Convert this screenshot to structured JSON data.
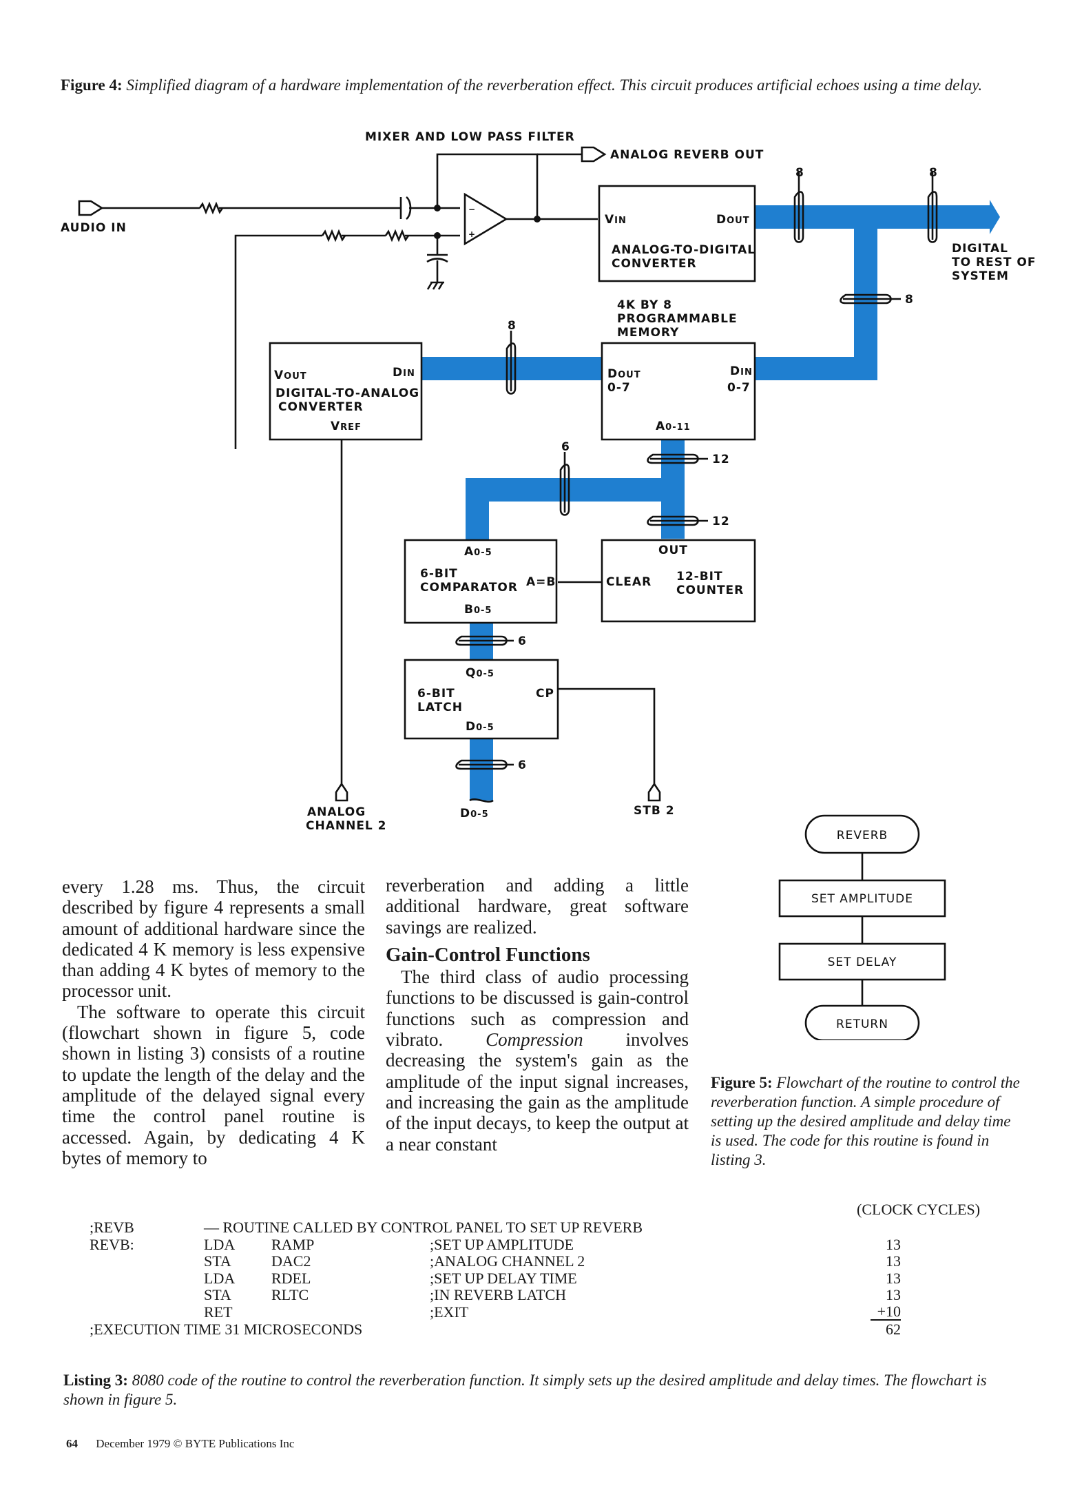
{
  "figure4": {
    "label": "Figure 4:",
    "caption": "Simplified diagram of a hardware implementation of the reverberation effect. This circuit produces artificial echoes using a time delay."
  },
  "diagram": {
    "mixer_label": "MIXER AND LOW PASS FILTER",
    "analog_reverb_out": "ANALOG REVERB OUT",
    "audio_in": "AUDIO IN",
    "digital_out": [
      "DIGITAL",
      "TO REST OF",
      "SYSTEM"
    ],
    "adc": {
      "vin": "V",
      "vin_sub": "IN",
      "dout": "D",
      "dout_sub": "OUT",
      "name1": "ANALOG-TO-DIGITAL",
      "name2": "CONVERTER"
    },
    "memory_title": [
      "4K BY 8",
      "PROGRAMMABLE",
      "MEMORY"
    ],
    "memory": {
      "dout": "D",
      "dout_sub": "OUT",
      "dout_range": "0-7",
      "din": "D",
      "din_sub": "IN",
      "din_range": "0-7",
      "addr": "A",
      "addr_sub": "0-11"
    },
    "dac": {
      "vout": "V",
      "vout_sub": "OUT",
      "din": "D",
      "din_sub": "IN",
      "name1": "DIGITAL-TO-ANALOG",
      "name2": "CONVERTER",
      "vref": "V",
      "vref_sub": "REF"
    },
    "comparator": {
      "a": "A",
      "a_sub": "0-5",
      "name1": "6-BIT",
      "name2": "COMPARATOR",
      "aeqb": "A=B",
      "b": "B",
      "b_sub": "0-5"
    },
    "counter": {
      "out": "OUT",
      "clear": "CLEAR",
      "name1": "12-BIT",
      "name2": "COUNTER"
    },
    "latch": {
      "q": "Q",
      "q_sub": "0-5",
      "name1": "6-BIT",
      "name2": "LATCH",
      "cp": "CP",
      "d": "D",
      "d_sub": "0-5"
    },
    "bus_width_8": "8",
    "bus_width_6": "6",
    "bus_width_12": "12",
    "analog_channel": [
      "ANALOG",
      "CHANNEL 2"
    ],
    "d_bottom": "D",
    "d_bottom_sub": "0-5",
    "stb": "STB 2"
  },
  "flowchart": {
    "steps": [
      "REVERB",
      "SET AMPLITUDE",
      "SET DELAY",
      "RETURN"
    ]
  },
  "figure5": {
    "label": "Figure 5:",
    "caption": "Flowchart of the routine to control the reverberation function. A simple procedure of setting up the desired amplitude and delay time is used. The code for this routine is found in listing 3."
  },
  "body": {
    "col1_p1": "every 1.28 ms. Thus, the circuit described by figure 4 represents a small amount of additional hardware since the dedicated 4 K memory is less expensive than adding 4 K bytes of memory to the processor unit.",
    "col1_p2": "The software to operate this circuit (flowchart shown in figure 5, code shown in listing 3) consists of a routine to update the length of the delay and the amplitude of the delayed signal every time the control panel routine is accessed. Again, by dedicating 4 K bytes of memory to",
    "col2_p1": "reverberation and adding a little additional hardware, great software savings are realized.",
    "col2_heading": "Gain-Control Functions",
    "col2_p2a": "The third class of audio processing functions to be discussed is gain-control functions such as compression and vibrato. ",
    "col2_p2_em": "Compression",
    "col2_p2b": " involves decreasing the system's gain as the amplitude of the input signal increases, and increasing the gain as the amplitude of the input decays, to keep the output at a near constant"
  },
  "listing": {
    "clock_header": "(CLOCK CYCLES)",
    "lines": [
      {
        "label": ";REVB",
        "op": "— ROUTINE CALLED BY CONTROL PANEL TO SET UP REVERB",
        "arg": "",
        "comment": "",
        "cycles": ""
      },
      {
        "label": "REVB:",
        "op": "LDA",
        "arg": "RAMP",
        "comment": ";SET UP AMPLITUDE",
        "cycles": "13"
      },
      {
        "label": "",
        "op": "STA",
        "arg": "DAC2",
        "comment": ";ANALOG CHANNEL 2",
        "cycles": "13"
      },
      {
        "label": "",
        "op": "LDA",
        "arg": "RDEL",
        "comment": ";SET UP DELAY TIME",
        "cycles": "13"
      },
      {
        "label": "",
        "op": "STA",
        "arg": "RLTC",
        "comment": ";IN REVERB LATCH",
        "cycles": "13"
      },
      {
        "label": "",
        "op": "RET",
        "arg": "",
        "comment": ";EXIT",
        "cycles": "+10"
      },
      {
        "label": ";EXECUTION TIME 31 MICROSECONDS",
        "op": "",
        "arg": "",
        "comment": "",
        "cycles": "62"
      }
    ]
  },
  "listing3": {
    "label": "Listing 3:",
    "caption": "8080 code of the routine to control the reverberation function. It simply sets up the desired amplitude and delay times. The flowchart is shown in figure 5."
  },
  "footer": {
    "page": "64",
    "text": "December 1979 © BYTE Publications Inc"
  }
}
